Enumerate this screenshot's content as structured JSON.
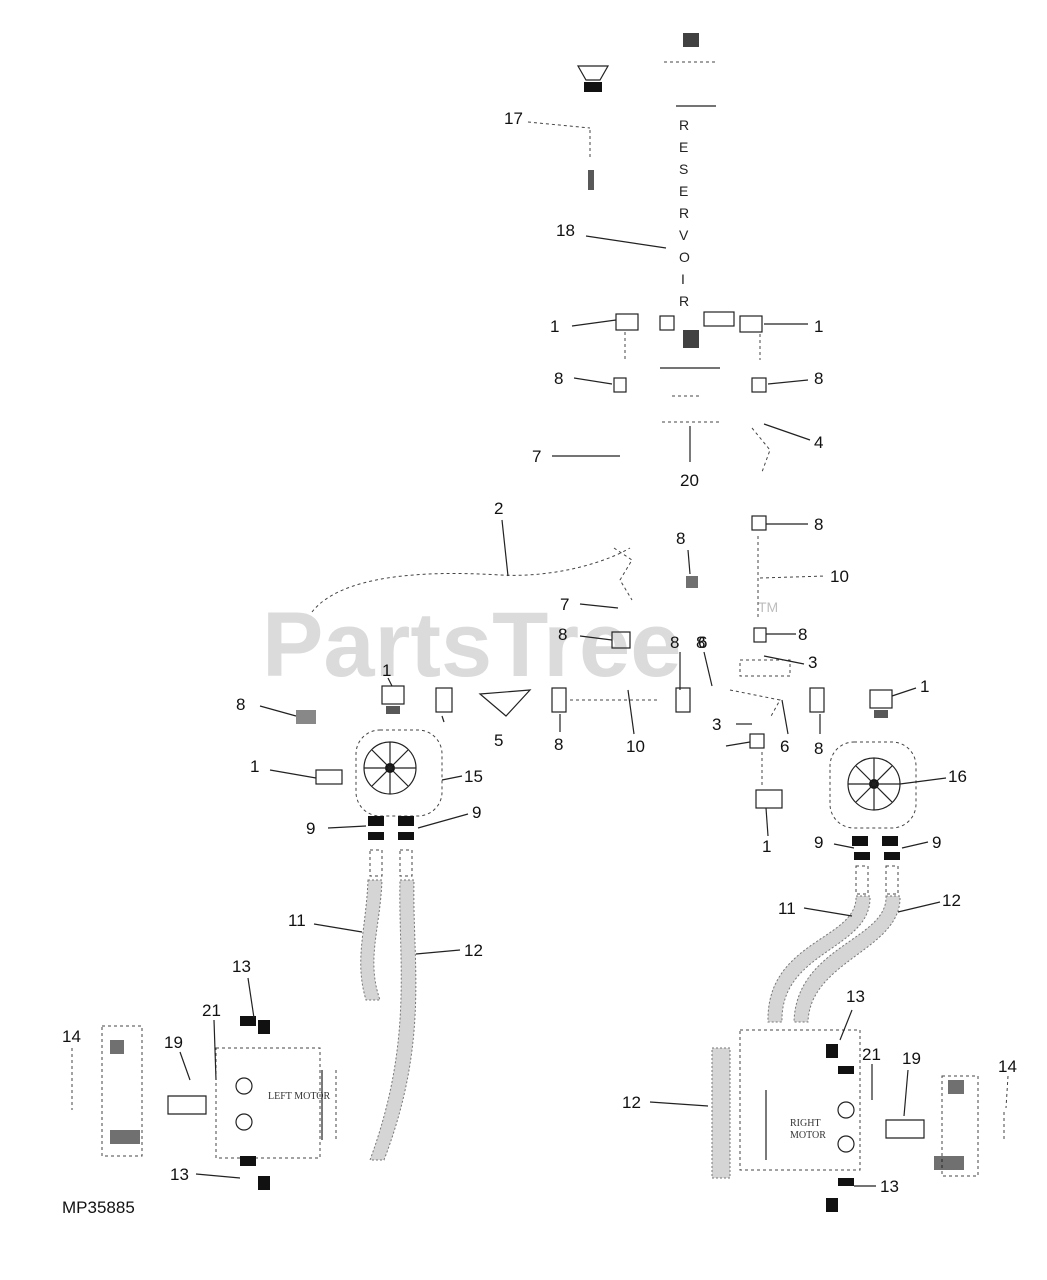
{
  "diagram": {
    "reservoir_letters": [
      "R",
      "E",
      "S",
      "E",
      "R",
      "V",
      "O",
      "I",
      "R"
    ],
    "left_motor_label": "LEFT MOTOR",
    "right_motor_label_line1": "RIGHT",
    "right_motor_label_line2": "MOTOR",
    "diagram_code": "MP35885",
    "watermark": "PartsTree",
    "watermark_tm": "TM",
    "callouts": [
      "17",
      "18",
      "1",
      "1",
      "8",
      "8",
      "7",
      "20",
      "4",
      "2",
      "8",
      "8",
      "10",
      "7",
      "8",
      "8",
      "1",
      "8",
      "8",
      "6",
      "3",
      "5",
      "8",
      "10",
      "3",
      "6",
      "8",
      "1",
      "8",
      "1",
      "15",
      "16",
      "1",
      "9",
      "9",
      "9",
      "9",
      "11",
      "12",
      "11",
      "12",
      "13",
      "13",
      "14",
      "21",
      "19",
      "21",
      "19",
      "14",
      "12",
      "13",
      "13"
    ]
  }
}
